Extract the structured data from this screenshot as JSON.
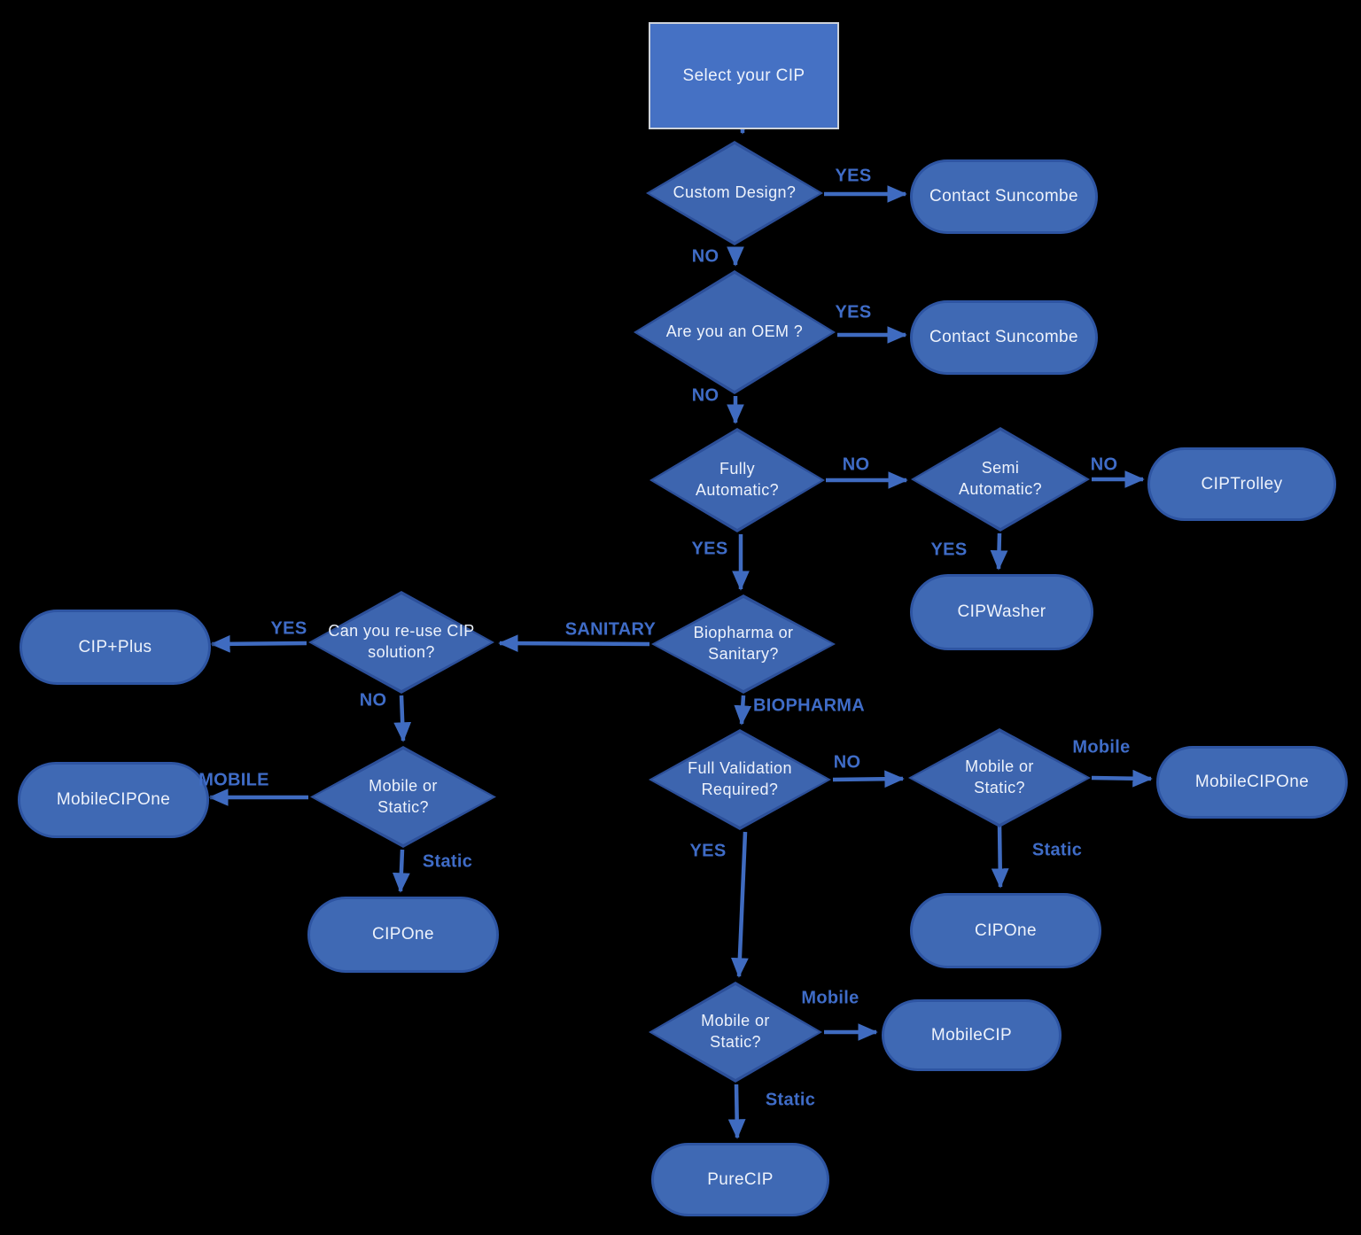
{
  "figure": {
    "type": "flowchart",
    "title": "Select your CIP"
  },
  "colors": {
    "background": "#000000",
    "rect_fill": "#4571c4",
    "rect_border": "#cdd2da",
    "diamond_fill": "#3d65af",
    "diamond_border": "#2c4f99",
    "pill_fill": "#3f69b4",
    "pill_border": "#2e55a3",
    "arrow": "#3f6bc0",
    "edge_label": "#3f6cc7",
    "shape_text": "#edf2fb"
  },
  "nodes": {
    "start": {
      "label": "Select your CIP"
    },
    "custom_design": {
      "label": "Custom Design?"
    },
    "contact_suncombe_1": {
      "label": "Contact Suncombe"
    },
    "are_you_oem": {
      "label": "Are you an OEM ?"
    },
    "contact_suncombe_2": {
      "label": "Contact Suncombe"
    },
    "fully_automatic": {
      "label": "Fully Automatic?"
    },
    "semi_automatic": {
      "label": "Semi Automatic?"
    },
    "ciptrolley": {
      "label": "CIPTrolley"
    },
    "cipwasher": {
      "label": "CIPWasher"
    },
    "biopharma_or_sanitary": {
      "label": "Biopharma or Sanitary?"
    },
    "reuse_cip": {
      "label": "Can you re-use CIP solution?"
    },
    "cip_plus": {
      "label": "CIP+Plus"
    },
    "mobile_or_static_left": {
      "label": "Mobile or Static?"
    },
    "mobile_cipone_left": {
      "label": "MobileCIPOne"
    },
    "cipone_left": {
      "label": "CIPOne"
    },
    "full_validation": {
      "label": "Full Validation Required?"
    },
    "mobile_or_static_right": {
      "label": "Mobile or Static?"
    },
    "mobile_cipone_right": {
      "label": "MobileCIPOne"
    },
    "cipone_right": {
      "label": "CIPOne"
    },
    "mobile_or_static_bottom": {
      "label": "Mobile or Static?"
    },
    "mobile_cip": {
      "label": "MobileCIP"
    },
    "purecip": {
      "label": "PureCIP"
    }
  },
  "edges": [
    {
      "from": "start",
      "to": "custom_design",
      "label": ""
    },
    {
      "from": "custom_design",
      "to": "contact_suncombe_1",
      "label": "YES"
    },
    {
      "from": "custom_design",
      "to": "are_you_oem",
      "label": "NO"
    },
    {
      "from": "are_you_oem",
      "to": "contact_suncombe_2",
      "label": "YES"
    },
    {
      "from": "are_you_oem",
      "to": "fully_automatic",
      "label": "NO"
    },
    {
      "from": "fully_automatic",
      "to": "semi_automatic",
      "label": "NO"
    },
    {
      "from": "fully_automatic",
      "to": "biopharma_or_sanitary",
      "label": "YES"
    },
    {
      "from": "semi_automatic",
      "to": "ciptrolley",
      "label": "NO"
    },
    {
      "from": "semi_automatic",
      "to": "cipwasher",
      "label": "YES"
    },
    {
      "from": "biopharma_or_sanitary",
      "to": "reuse_cip",
      "label": "SANITARY"
    },
    {
      "from": "biopharma_or_sanitary",
      "to": "full_validation",
      "label": "BIOPHARMA"
    },
    {
      "from": "reuse_cip",
      "to": "cip_plus",
      "label": "YES"
    },
    {
      "from": "reuse_cip",
      "to": "mobile_or_static_left",
      "label": "NO"
    },
    {
      "from": "mobile_or_static_left",
      "to": "mobile_cipone_left",
      "label": "MOBILE"
    },
    {
      "from": "mobile_or_static_left",
      "to": "cipone_left",
      "label": "Static"
    },
    {
      "from": "full_validation",
      "to": "mobile_or_static_right",
      "label": "NO"
    },
    {
      "from": "full_validation",
      "to": "mobile_or_static_bottom",
      "label": "YES"
    },
    {
      "from": "mobile_or_static_right",
      "to": "mobile_cipone_right",
      "label": "Mobile"
    },
    {
      "from": "mobile_or_static_right",
      "to": "cipone_right",
      "label": "Static"
    },
    {
      "from": "mobile_or_static_bottom",
      "to": "mobile_cip",
      "label": "Mobile"
    },
    {
      "from": "mobile_or_static_bottom",
      "to": "purecip",
      "label": "Static"
    }
  ]
}
